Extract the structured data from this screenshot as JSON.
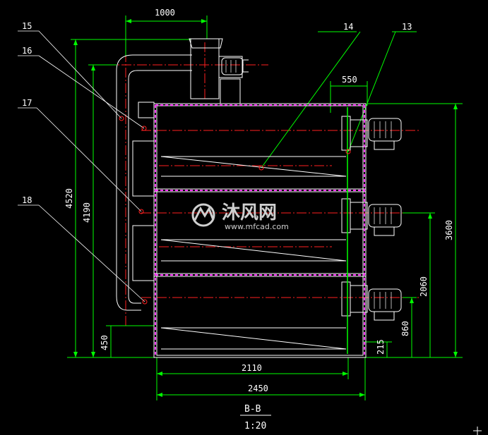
{
  "dimensions": {
    "top_width": "1000",
    "right_outlet": "550",
    "total_height": "4520",
    "height_4190": "4190",
    "height_450": "450",
    "right_height": "3600",
    "mid_height": "2060",
    "low_height": "860",
    "base_height": "215",
    "inner_width": "2110",
    "outer_width": "2450"
  },
  "callouts": {
    "c13": "13",
    "c14": "14",
    "c15": "15",
    "c16": "16",
    "c17": "17",
    "c18": "18"
  },
  "section": {
    "label": "B-B",
    "scale": "1:20"
  },
  "watermark": {
    "brand": "沐风网",
    "url": "www.mfcad.com"
  },
  "colors": {
    "background": "#000000",
    "structure": "#ffffff",
    "dimension": "#00ff00",
    "centerline": "#ff0000",
    "hatching": "#ff00ff"
  }
}
